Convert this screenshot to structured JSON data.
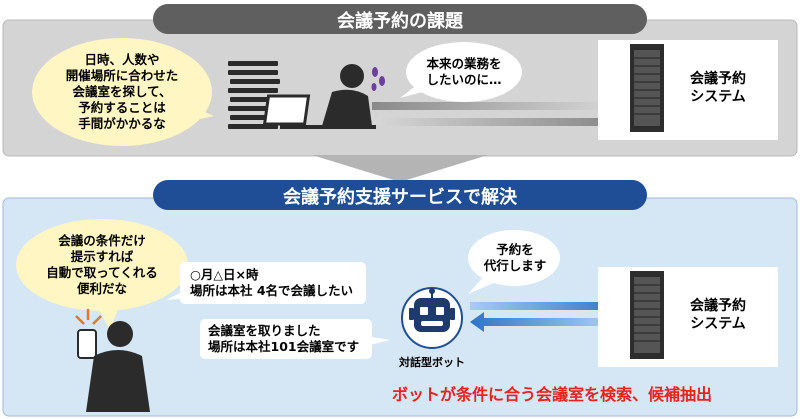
{
  "top_section": {
    "title": "会議予約の課題",
    "user_thought": "日時、人数や\n開催場所に合わせた\n会議室を探して、\n予約することは\n手間がかかるな",
    "user_wish": "本来の業務を\nしたいのに…",
    "system_label": "会議予約\nシステム"
  },
  "bottom_section": {
    "title": "会議予約支援サービスで解決",
    "user_thought": "会議の条件だけ\n提示すれば\n自動で取ってくれる\n便利だな",
    "user_message": "○月△日×時\n場所は本社 4名で会議したい",
    "bot_reply": "会議室を取りました\n場所は本社101会議室です",
    "bot_bubble": "予約を\n代行します",
    "bot_label": "対話型ボット",
    "system_label": "会議予約\nシステム",
    "conclusion": "ボットが条件に合う会議室を検索、候補抽出"
  },
  "colors": {
    "top_band": "#5f5f5f",
    "top_bg": "#d4d4d4",
    "bottom_band": "#1f4e96",
    "bottom_bg": "#d5e6f4",
    "thought_fill": "#fff6c4",
    "arrow_gray": "#8c8c8c",
    "arrow_blue": "#4a8bd6",
    "accent_red": "#e8231f"
  },
  "icons": [
    "person-at-desk-icon",
    "document-stack-icon",
    "server-rack-icon",
    "sweat-drops-icon",
    "person-with-phone-icon",
    "robot-icon",
    "down-arrow-icon"
  ]
}
